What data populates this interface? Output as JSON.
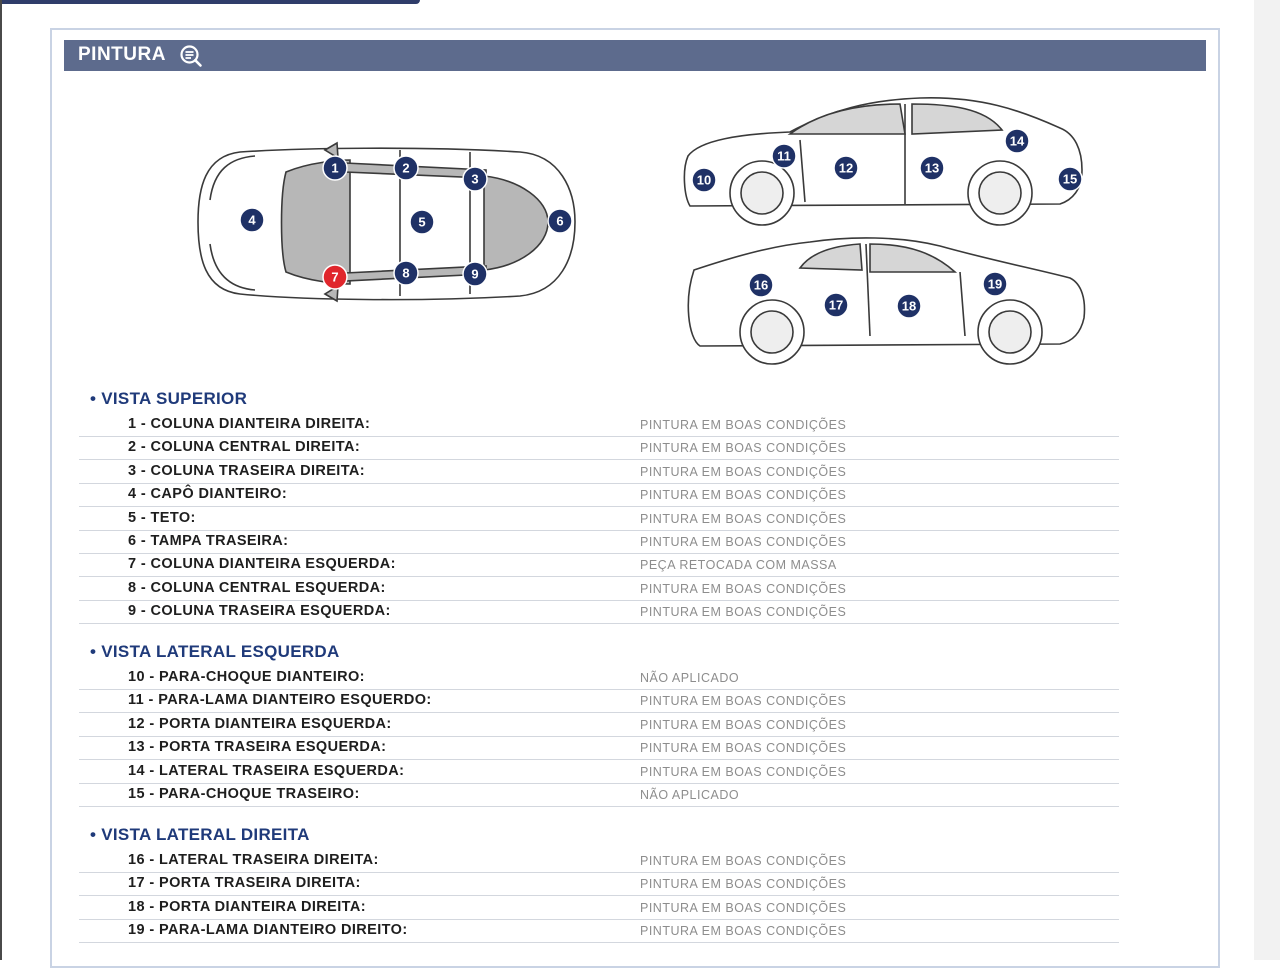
{
  "header": {
    "title": "PINTURA",
    "icon": "search-document-icon"
  },
  "colors": {
    "header_bg": "#5d6b8d",
    "marker": "#1f3166",
    "marker_alert": "#e0262c",
    "section_title": "#1f3a7a"
  },
  "diagram": {
    "markers": [
      {
        "label": "1",
        "status": "ok"
      },
      {
        "label": "2",
        "status": "ok"
      },
      {
        "label": "3",
        "status": "ok"
      },
      {
        "label": "4",
        "status": "ok"
      },
      {
        "label": "5",
        "status": "ok"
      },
      {
        "label": "6",
        "status": "ok"
      },
      {
        "label": "7",
        "status": "alert"
      },
      {
        "label": "8",
        "status": "ok"
      },
      {
        "label": "9",
        "status": "ok"
      },
      {
        "label": "10",
        "status": "ok"
      },
      {
        "label": "11",
        "status": "ok"
      },
      {
        "label": "12",
        "status": "ok"
      },
      {
        "label": "13",
        "status": "ok"
      },
      {
        "label": "14",
        "status": "ok"
      },
      {
        "label": "15",
        "status": "ok"
      },
      {
        "label": "16",
        "status": "ok"
      },
      {
        "label": "17",
        "status": "ok"
      },
      {
        "label": "18",
        "status": "ok"
      },
      {
        "label": "19",
        "status": "ok"
      }
    ]
  },
  "sections": [
    {
      "title": "• VISTA SUPERIOR",
      "rows": [
        {
          "label": "1 - COLUNA DIANTEIRA DIREITA:",
          "value": "PINTURA EM BOAS CONDIÇÕES"
        },
        {
          "label": "2 - COLUNA CENTRAL DIREITA:",
          "value": "PINTURA EM BOAS CONDIÇÕES"
        },
        {
          "label": "3 - COLUNA TRASEIRA DIREITA:",
          "value": "PINTURA EM BOAS CONDIÇÕES"
        },
        {
          "label": "4 - CAPÔ DIANTEIRO:",
          "value": "PINTURA EM BOAS CONDIÇÕES"
        },
        {
          "label": "5 - TETO:",
          "value": "PINTURA EM BOAS CONDIÇÕES"
        },
        {
          "label": "6 - TAMPA TRASEIRA:",
          "value": "PINTURA EM BOAS CONDIÇÕES"
        },
        {
          "label": "7 - COLUNA DIANTEIRA ESQUERDA:",
          "value": "PEÇA RETOCADA COM MASSA"
        },
        {
          "label": "8 - COLUNA CENTRAL ESQUERDA:",
          "value": "PINTURA EM BOAS CONDIÇÕES"
        },
        {
          "label": "9 - COLUNA TRASEIRA ESQUERDA:",
          "value": "PINTURA EM BOAS CONDIÇÕES"
        }
      ]
    },
    {
      "title": "• VISTA LATERAL ESQUERDA",
      "rows": [
        {
          "label": "10 - PARA-CHOQUE DIANTEIRO:",
          "value": "NÃO APLICADO"
        },
        {
          "label": "11 - PARA-LAMA DIANTEIRO ESQUERDO:",
          "value": "PINTURA EM BOAS CONDIÇÕES"
        },
        {
          "label": "12 - PORTA DIANTEIRA ESQUERDA:",
          "value": "PINTURA EM BOAS CONDIÇÕES"
        },
        {
          "label": "13 - PORTA TRASEIRA ESQUERDA:",
          "value": "PINTURA EM BOAS CONDIÇÕES"
        },
        {
          "label": "14 - LATERAL TRASEIRA ESQUERDA:",
          "value": "PINTURA EM BOAS CONDIÇÕES"
        },
        {
          "label": "15 - PARA-CHOQUE TRASEIRO:",
          "value": "NÃO APLICADO"
        }
      ]
    },
    {
      "title": "• VISTA LATERAL DIREITA",
      "rows": [
        {
          "label": "16 - LATERAL TRASEIRA DIREITA:",
          "value": "PINTURA EM BOAS CONDIÇÕES"
        },
        {
          "label": "17 - PORTA TRASEIRA DIREITA:",
          "value": "PINTURA EM BOAS CONDIÇÕES"
        },
        {
          "label": "18 - PORTA DIANTEIRA DIREITA:",
          "value": "PINTURA EM BOAS CONDIÇÕES"
        },
        {
          "label": "19 - PARA-LAMA DIANTEIRO DIREITO:",
          "value": "PINTURA EM BOAS CONDIÇÕES"
        }
      ]
    }
  ]
}
